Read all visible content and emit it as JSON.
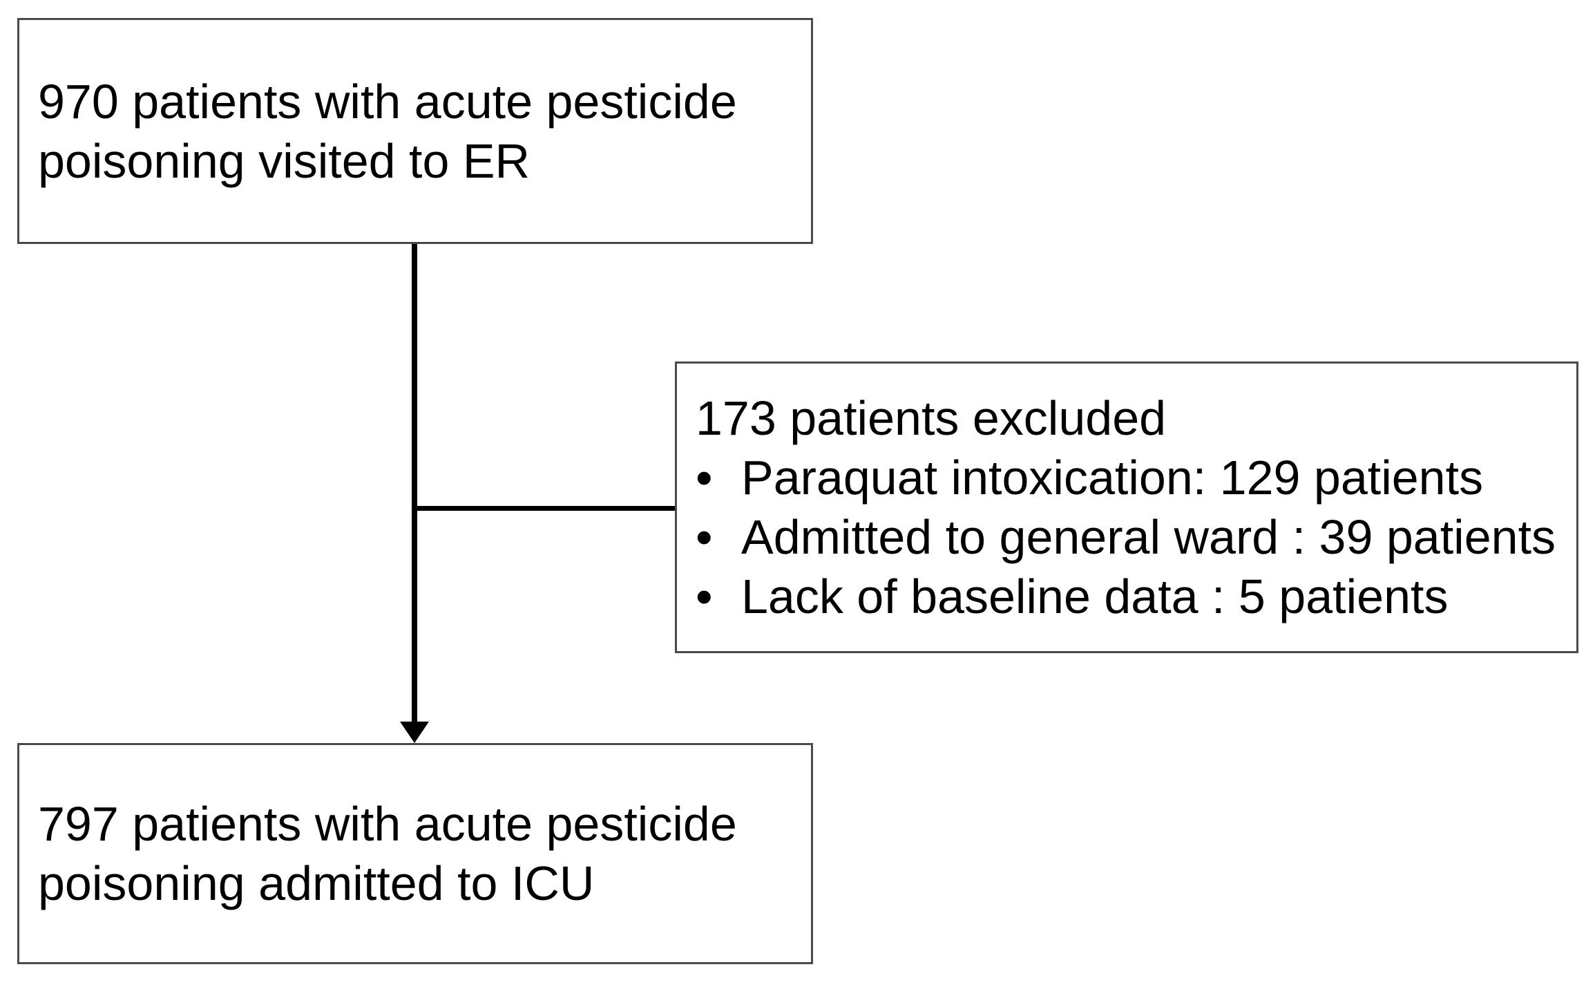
{
  "colors": {
    "background": "#ffffff",
    "box_border": "#4a4a4a",
    "connector": "#000000",
    "text": "#000000"
  },
  "flowchart": {
    "top_box": {
      "text": "970 patients with acute pesticide poisoning visited to ER"
    },
    "excluded_box": {
      "title": "173 patients excluded",
      "bullet": "•",
      "items": [
        "Paraquat intoxication: 129 patients",
        "Admitted to general ward : 39 patients",
        "Lack of baseline data : 5 patients"
      ]
    },
    "bottom_box": {
      "text": "797 patients with acute pesticide poisoning admitted to ICU"
    }
  }
}
